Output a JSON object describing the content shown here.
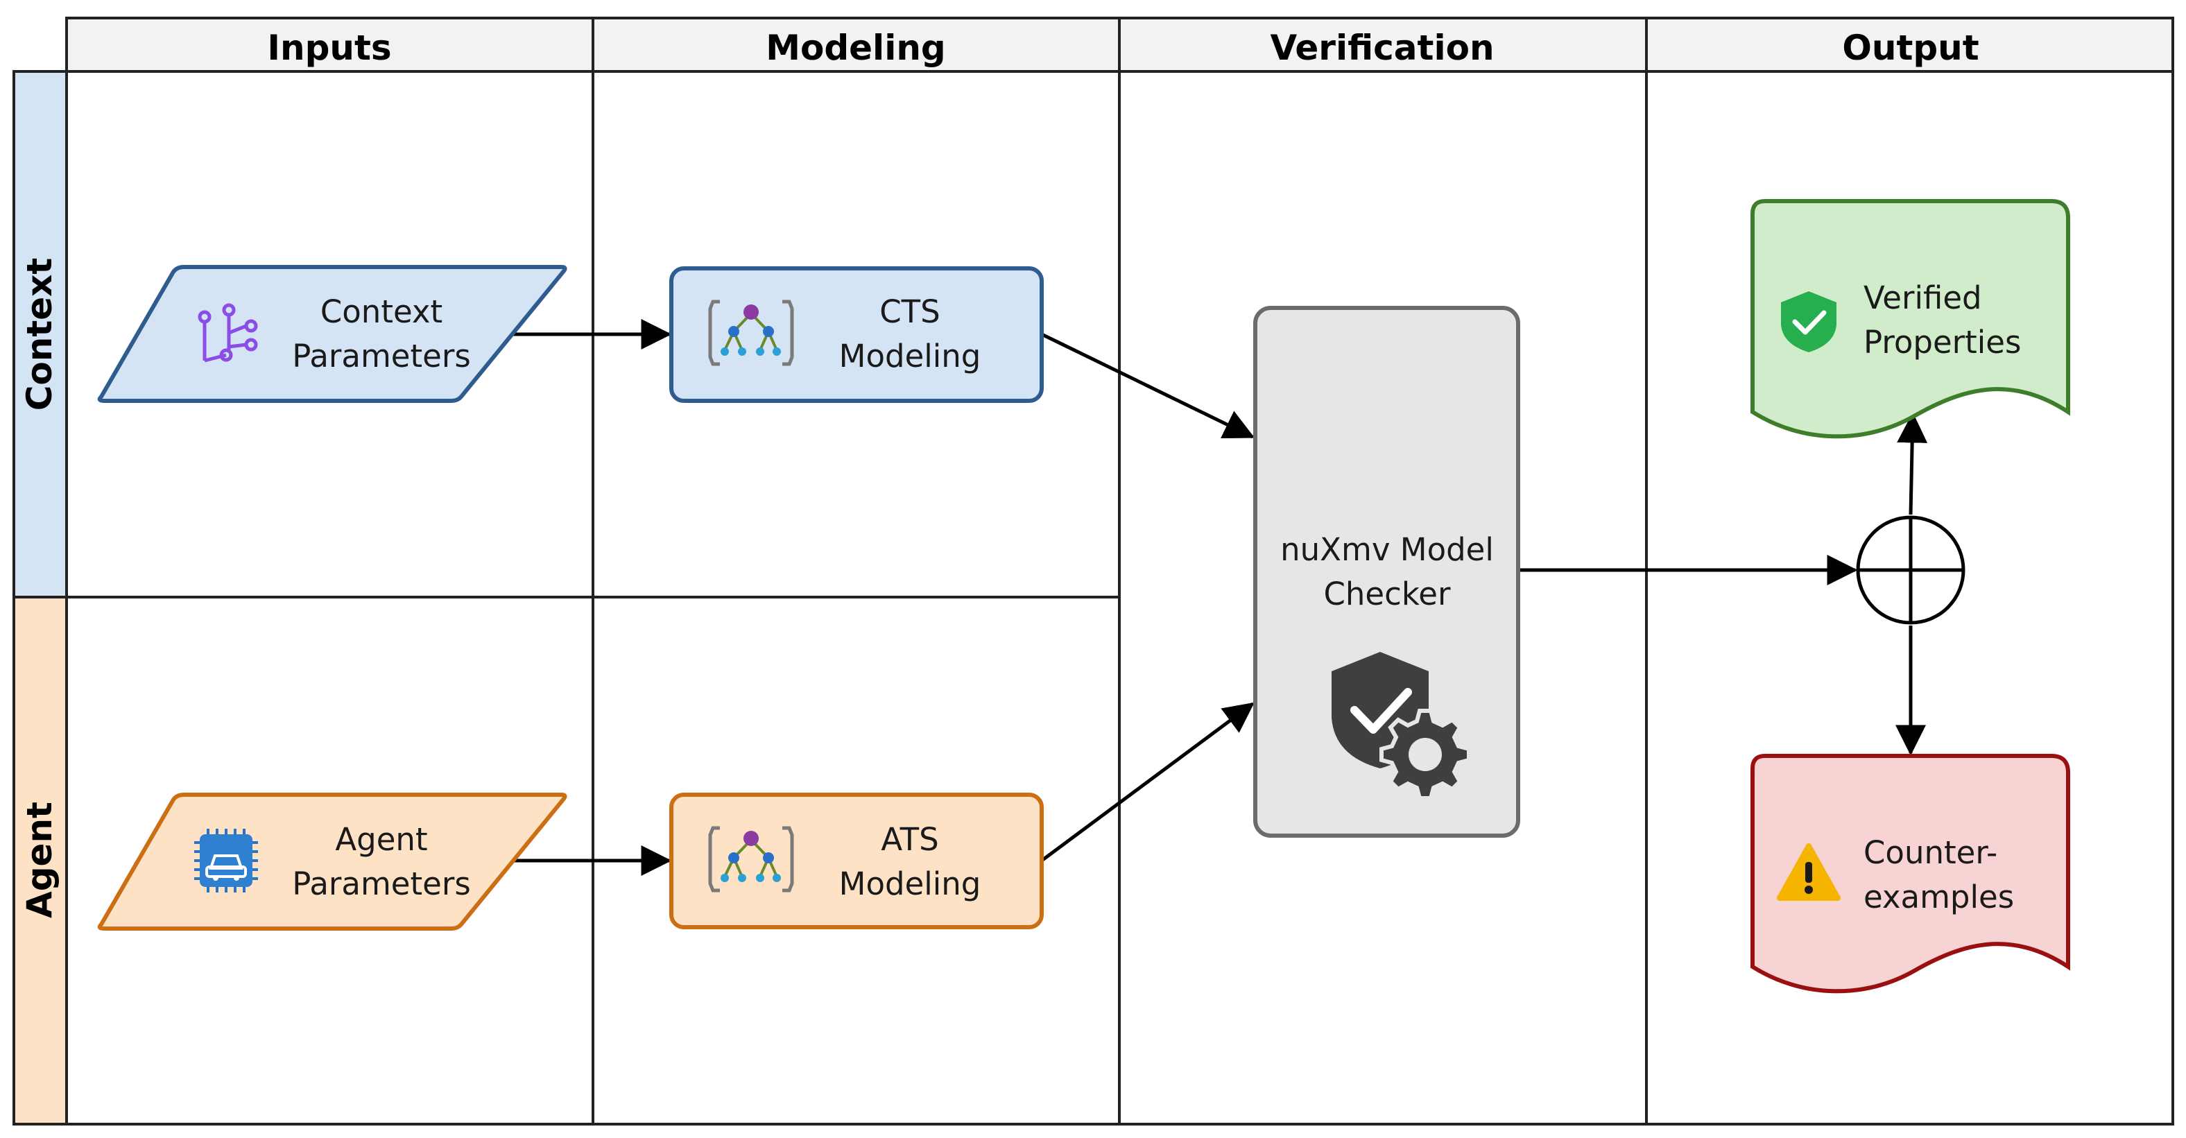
{
  "columns": {
    "inputs": "Inputs",
    "modeling": "Modeling",
    "verification": "Verification",
    "output": "Output"
  },
  "rows": {
    "context": "Context",
    "agent": "Agent"
  },
  "nodes": {
    "context_params": [
      "Context",
      "Parameters"
    ],
    "agent_params": [
      "Agent",
      "Parameters"
    ],
    "cts_modeling": [
      "CTS",
      "Modeling"
    ],
    "ats_modeling": [
      "ATS",
      "Modeling"
    ],
    "model_checker": [
      "nuXmv Model",
      "Checker"
    ],
    "verified": [
      "Verified",
      "Properties"
    ],
    "counterexamples": [
      "Counter-",
      "examples"
    ]
  },
  "colors": {
    "context_fill": "#d4e4f4",
    "context_stroke": "#2f5c8f",
    "agent_fill": "#fde2c6",
    "agent_stroke": "#cc6e14",
    "checker_fill": "#e6e6e6",
    "checker_stroke": "#6b6b6b",
    "verified_fill": "#d0eccb",
    "verified_stroke": "#3e7e2a",
    "counter_fill": "#f7d3d3",
    "counter_stroke": "#9a1010"
  },
  "icons": {
    "context_params": "tree-branch-icon",
    "agent_params": "car-chip-icon",
    "cts_modeling": "hierarchy-model-icon",
    "ats_modeling": "hierarchy-model-icon",
    "model_checker": "shield-gear-icon",
    "verified": "shield-check-icon",
    "counterexamples": "warning-icon",
    "combiner": "circle-plus-icon"
  }
}
